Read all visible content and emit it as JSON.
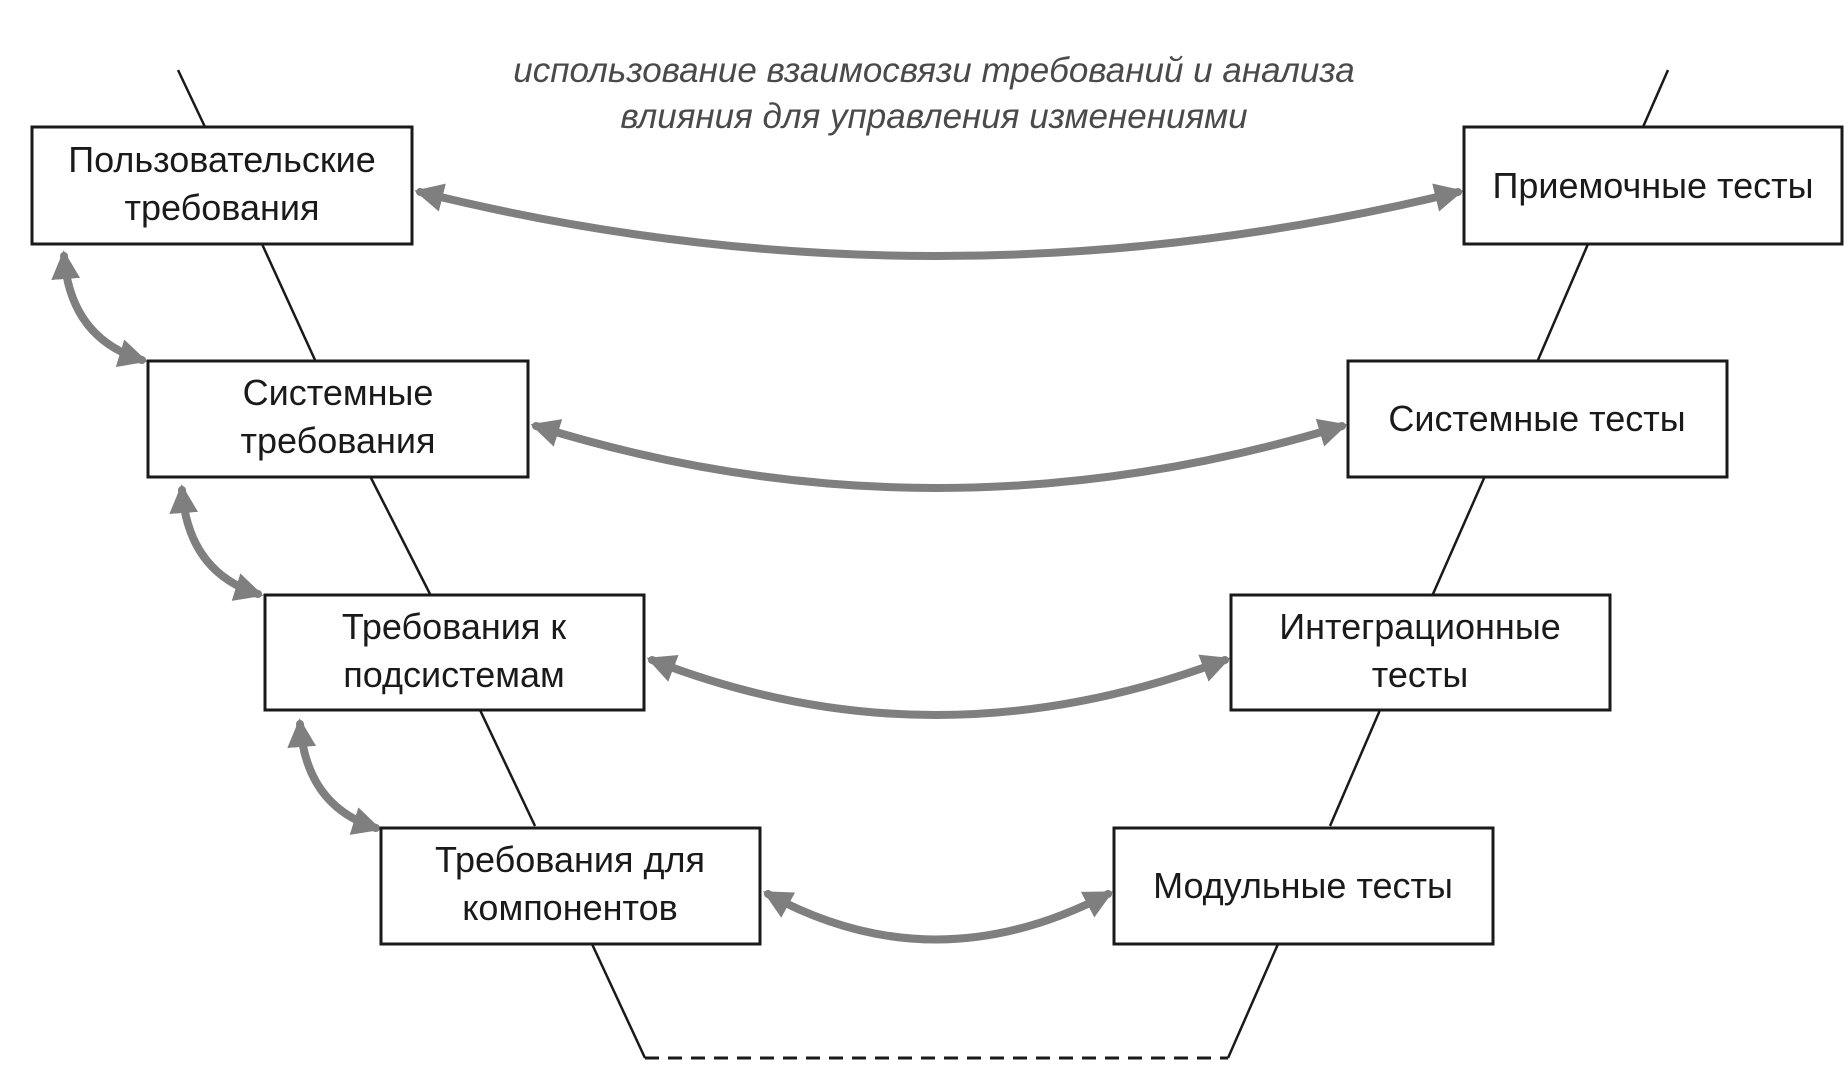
{
  "caption": {
    "line1": "использование взаимосвязи требований и анализа",
    "line2": "влияния для управления изменениями"
  },
  "requirements": [
    {
      "id": "user",
      "lines": [
        "Пользовательские",
        "требования"
      ]
    },
    {
      "id": "system",
      "lines": [
        "Системные",
        "требования"
      ]
    },
    {
      "id": "subsystem",
      "lines": [
        "Требования к",
        "подсистемам"
      ]
    },
    {
      "id": "component",
      "lines": [
        "Требования для",
        "компонентов"
      ]
    }
  ],
  "tests": [
    {
      "id": "acceptance",
      "lines": [
        "Приемочные тесты"
      ]
    },
    {
      "id": "system",
      "lines": [
        "Системные тесты"
      ]
    },
    {
      "id": "integration",
      "lines": [
        "Интеграционные",
        "тесты"
      ]
    },
    {
      "id": "unit",
      "lines": [
        "Модульные тесты"
      ]
    }
  ],
  "colors": {
    "arrow": "#7f7f7f",
    "box_border": "#1a1a1a",
    "caption": "#4a4a4a"
  }
}
